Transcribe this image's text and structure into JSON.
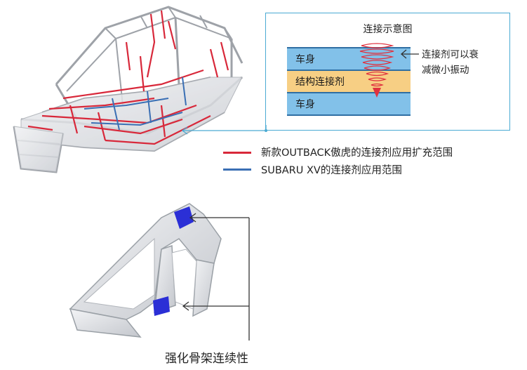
{
  "diagram": {
    "title": "连接示意图",
    "layers": [
      {
        "label": "车身"
      },
      {
        "label": "结构连接剂"
      },
      {
        "label": "车身"
      }
    ],
    "note_line1": "连接剂可以衰",
    "note_line2": "减微小振动"
  },
  "legend": {
    "items": [
      {
        "label": "新款OUTBACK傲虎的连接剂应用扩充范围",
        "color": "#d8283a"
      },
      {
        "label": "SUBARU XV的连接剂应用范围",
        "color": "#3a6fb4"
      }
    ]
  },
  "caption": "强化骨架连续性",
  "colors": {
    "accent_frame": "#4aaad3",
    "highlight_blue": "#2b2fd6"
  }
}
